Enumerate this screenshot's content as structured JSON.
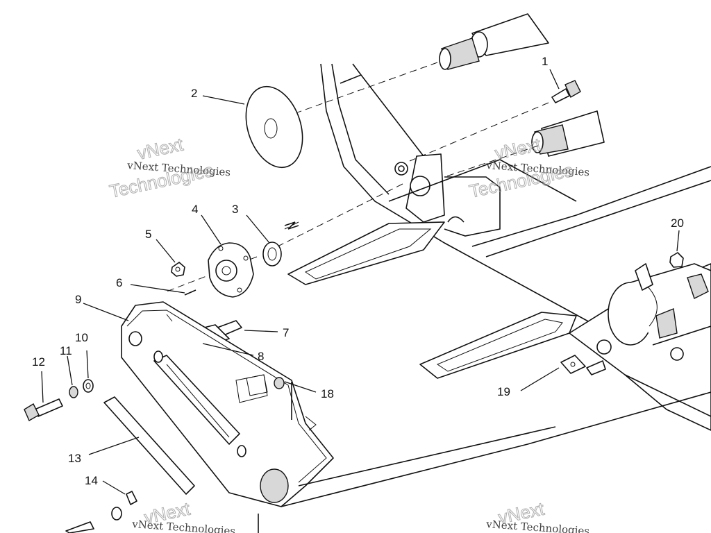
{
  "diagram": {
    "callouts": [
      "1",
      "2",
      "3",
      "4",
      "5",
      "6",
      "7",
      "8",
      "9",
      "10",
      "11",
      "12",
      "13",
      "14",
      "18",
      "19",
      "20"
    ],
    "watermark": {
      "line1": "vNext Technologies",
      "line2": "vNext",
      "line3": "Technologies"
    }
  }
}
